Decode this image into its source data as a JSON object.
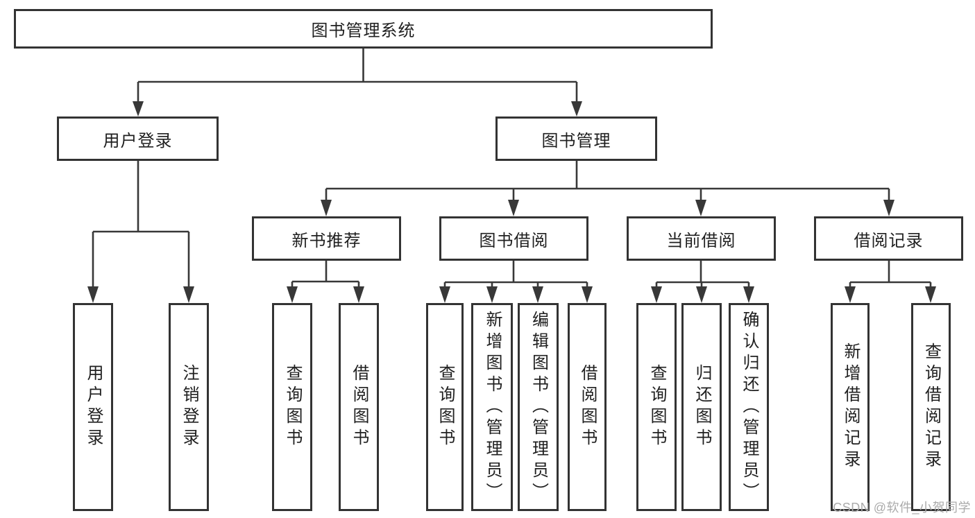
{
  "root": {
    "label": "图书管理系统"
  },
  "branches": {
    "user_login": {
      "label": "用户登录",
      "children": [
        "用户登录",
        "注销登录"
      ]
    },
    "book_management": {
      "label": "图书管理"
    }
  },
  "modules": {
    "new_book_recommend": {
      "label": "新书推荐",
      "children": [
        "查询图书",
        "借阅图书"
      ]
    },
    "book_borrow": {
      "label": "图书借阅",
      "children": [
        "查询图书",
        "新增图书（管理员）",
        "编辑图书（管理员）",
        "借阅图书"
      ]
    },
    "current_borrow": {
      "label": "当前借阅",
      "children": [
        "查询图书",
        "归还图书",
        "确认归还（管理员）"
      ]
    },
    "borrow_records": {
      "label": "借阅记录",
      "children": [
        "新增借阅记录",
        "查询借阅记录"
      ]
    }
  },
  "watermark": "CSDN @软件_小贺同学",
  "colors": {
    "line": "#383838",
    "border": "#333333",
    "text": "#1f1f1f",
    "watermark": "#ababab",
    "background": "#ffffff"
  }
}
